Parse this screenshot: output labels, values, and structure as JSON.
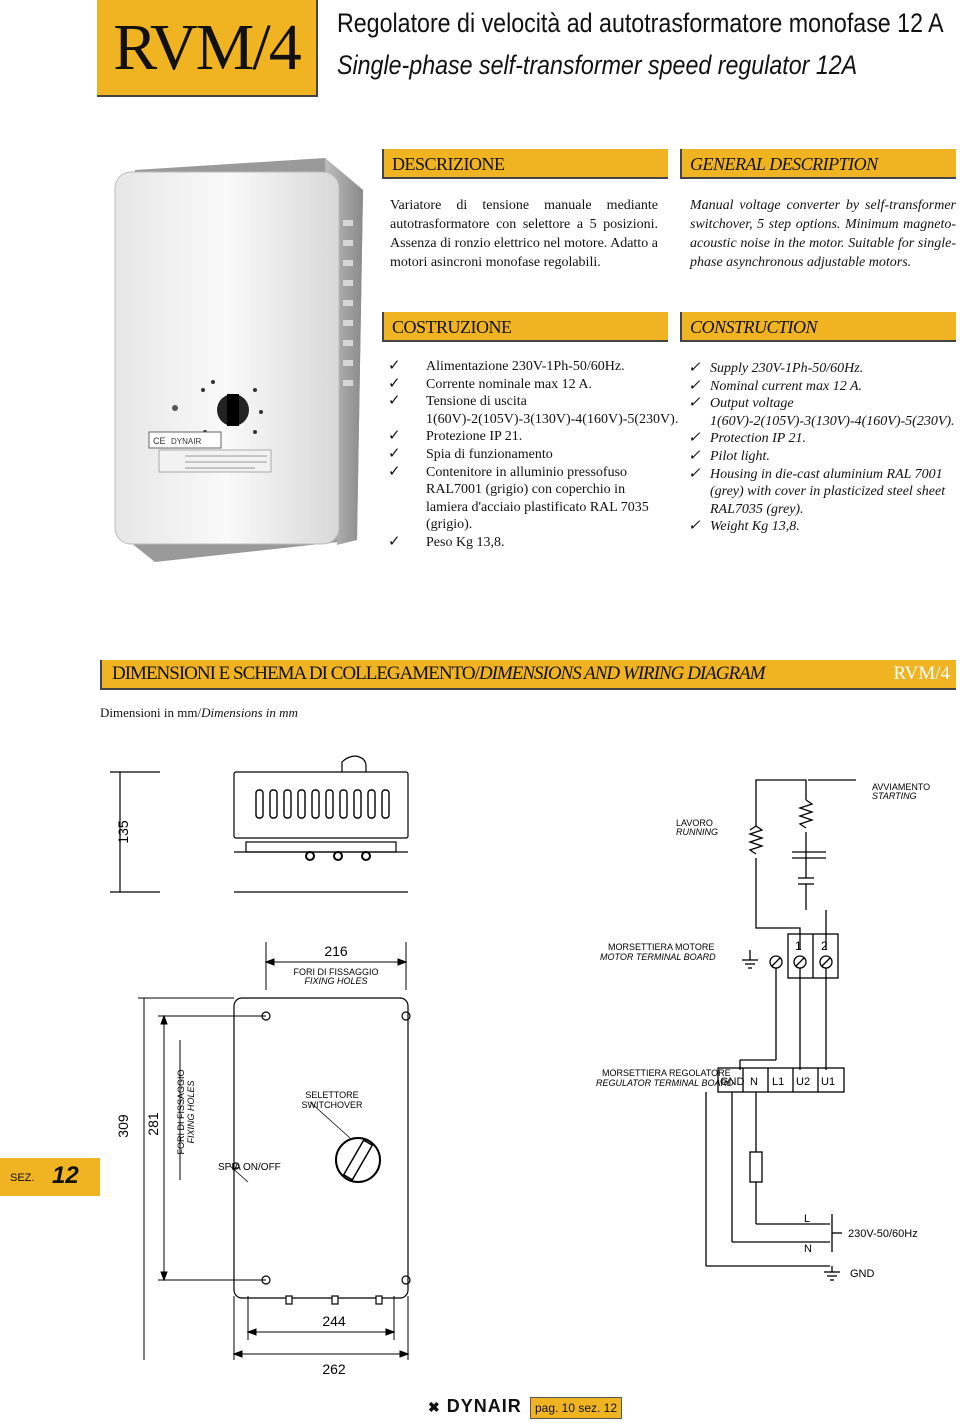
{
  "header": {
    "code": "RVM/4",
    "title_it": "Regolatore di velocità ad autotrasformatore monofase 12 A",
    "title_en": "Single-phase self-transformer speed regulator 12A"
  },
  "descrizione": {
    "heading": "DESCRIZIONE",
    "text": "Variatore di tensione manuale mediante autotrasformatore con selettore a 5 posizioni. Assenza di ronzio elettrico nel motore. Adatto a motori asincroni monofase regolabili."
  },
  "general_description": {
    "heading": "GENERAL DESCRIPTION",
    "text": "Manual voltage converter by self-transformer switchover, 5 step options. Minimum magneto-acoustic noise in the motor. Suitable for single-phase asynchronous adjustable motors."
  },
  "costruzione": {
    "heading": "COSTRUZIONE",
    "items": [
      "Alimentazione 230V-1Ph-50/60Hz.",
      "Corrente nominale max 12 A.",
      "Tensione di uscita 1(60V)-2(105V)-3(130V)-4(160V)-5(230V).",
      "Protezione IP 21.",
      "Spia di funzionamento",
      "Contenitore in alluminio pressofuso RAL7001 (grigio) con coperchio in lamiera d'acciaio plastificato RAL 7035 (grigio).",
      "Peso Kg 13,8."
    ]
  },
  "construction": {
    "heading": "CONSTRUCTION",
    "items": [
      "Supply 230V-1Ph-50/60Hz.",
      "Nominal current max 12 A.",
      "Output voltage 1(60V)-2(105V)-3(130V)-4(160V)-5(230V).",
      "Protection IP 21.",
      "Pilot light.",
      "Housing in die-cast aluminium RAL 7001 (grey) with cover in plasticized steel sheet RAL7035 (grey).",
      "Weight Kg 13,8."
    ]
  },
  "dimensions": {
    "title_it": "DIMENSIONI E SCHEMA DI COLLEGAMENTO/",
    "title_en": "DIMENSIONS AND WIRING DIAGRAM",
    "code": "RVM/4",
    "subtitle_it": "Dimensioni in mm/",
    "subtitle_en": "Dimensions in mm"
  },
  "drawing": {
    "dim_135": "135",
    "dim_216": "216",
    "fixing_holes_it": "FORI DI FISSAGGIO",
    "fixing_holes_en": "FIXING HOLES",
    "dim_309": "309",
    "dim_281": "281",
    "selector_it": "SELETTORE",
    "selector_en": "SWITCHOVER",
    "pilot_light": "SPIA ON/OFF",
    "dim_244": "244",
    "dim_262": "262"
  },
  "wiring": {
    "starting_it": "AVVIAMENTO",
    "starting_en": "STARTING",
    "running_it": "LAVORO",
    "running_en": "RUNNING",
    "motor_terminal_it": "MORSETTIERA MOTORE",
    "motor_terminal_en": "MOTOR TERMINAL BOARD",
    "motor_terms": [
      "1",
      "2"
    ],
    "regulator_terminal_it": "MORSETTIERA REGOLATORE",
    "regulator_terminal_en": "REGULATOR TERMINAL BOARD",
    "regulator_terms": [
      "GND",
      "N",
      "L1",
      "U2",
      "U1"
    ],
    "supply_L": "L",
    "supply_N": "N",
    "supply_label": "230V-50/60Hz",
    "gnd_label": "GND"
  },
  "sidebar": {
    "sez_prefix": "SEZ.",
    "sez_number": "12"
  },
  "footer": {
    "brand": "DYNAIR",
    "page": "pag. 10 sez. 12"
  },
  "product_photo": {
    "brand": "DYNAIR",
    "mark": "CE"
  }
}
